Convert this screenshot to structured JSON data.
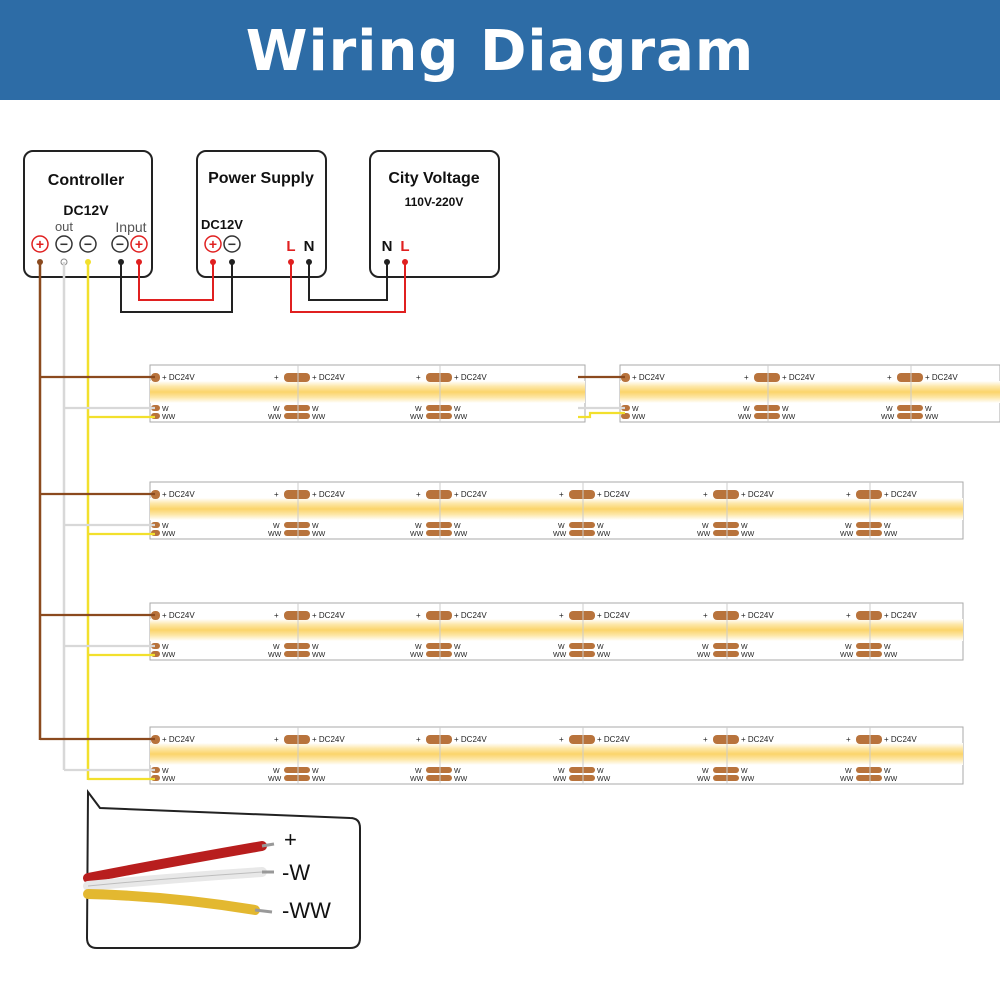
{
  "header": {
    "title": "Wiring Diagram"
  },
  "controller": {
    "title": "Controller",
    "voltage": "DC12V",
    "out_label": "out",
    "input_label": "Input",
    "out_terminals": [
      "+",
      "−",
      "−"
    ],
    "input_terminals": [
      "−",
      "+"
    ]
  },
  "power_supply": {
    "title": "Power Supply",
    "voltage": "DC12V",
    "dc_terminals": [
      "+",
      "−"
    ],
    "ac_terminals": [
      "L",
      "N"
    ]
  },
  "city_voltage": {
    "title": "City Voltage",
    "range": "110V-220V",
    "terminals": [
      "N",
      "L"
    ]
  },
  "strip": {
    "plus_label": "+",
    "dc_label": "+ DC24V",
    "w_label": "W",
    "ww_label": "WW",
    "rows": 4,
    "segments_per_row": 6,
    "top_row_split": true
  },
  "cable_legend": {
    "items": [
      "+",
      "-W",
      "-WW"
    ]
  },
  "colors": {
    "banner": "#2d6ca6",
    "positive_wire": "#8b4a1e",
    "w_wire": "#d8d8d8",
    "ww_wire": "#f2e02c",
    "red_wire": "#e02020",
    "strip_yellow": "#fbd46a",
    "pad": "#b8733c"
  }
}
